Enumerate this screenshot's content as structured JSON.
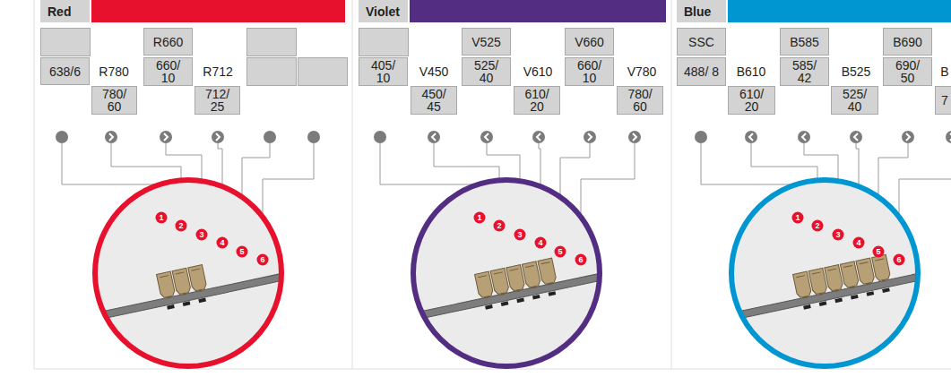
{
  "diagram": {
    "nodes": [
      {
        "text": [
          "Red"
        ]
      },
      {
        "text": [
          "R660"
        ]
      },
      {
        "text": [
          "638/6"
        ]
      },
      {
        "text": [
          "660/ 10"
        ]
      },
      {
        "text": [
          "780/ 60"
        ]
      },
      {
        "text": [
          "712/ 25"
        ]
      },
      {
        "text": [
          "Violet"
        ]
      },
      {
        "text": [
          "V525"
        ]
      },
      {
        "text": [
          "V660"
        ]
      },
      {
        "text": [
          "405/ 10"
        ]
      },
      {
        "text": [
          "525/ 40"
        ]
      },
      {
        "text": [
          "660/ 10"
        ]
      },
      {
        "text": [
          "450/ 45"
        ]
      },
      {
        "text": [
          "610/ 20"
        ]
      },
      {
        "text": [
          "780/ 60"
        ]
      },
      {
        "text": [
          "Blue"
        ]
      },
      {
        "text": [
          "SSC"
        ]
      },
      {
        "text": [
          "B585"
        ]
      },
      {
        "text": [
          "B690"
        ]
      },
      {
        "text": [
          "488/ 8"
        ]
      },
      {
        "text": [
          "585/ 42"
        ]
      },
      {
        "text": [
          "690/ 50"
        ]
      },
      {
        "text": [
          "610/ 20"
        ]
      },
      {
        "text": [
          "525/ 40"
        ]
      },
      {
        "text": [
          "7"
        ]
      }
    ],
    "labels": [
      "R780",
      "R712",
      "1",
      "2",
      "3",
      "4",
      "5",
      "6",
      "V450",
      "V610",
      "V780",
      "1",
      "2",
      "3",
      "4",
      "5",
      "6",
      "B610",
      "B525",
      "B",
      "1",
      "2",
      "3",
      "4",
      "5",
      "6"
    ]
  }
}
